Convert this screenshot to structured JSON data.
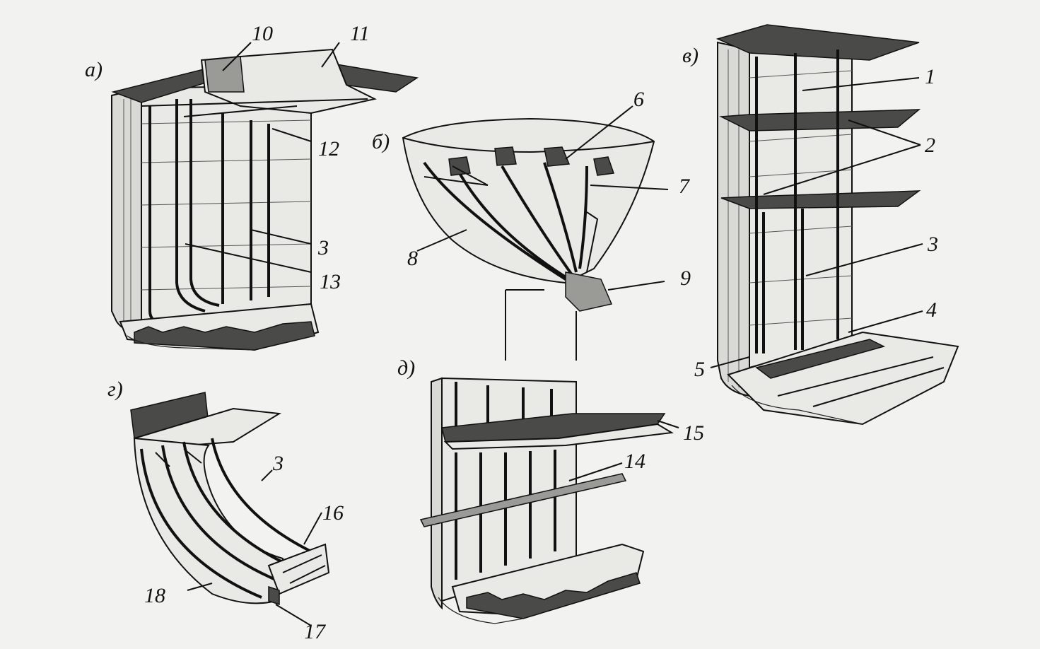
{
  "panels": {
    "a": "а)",
    "b": "б)",
    "v": "в)",
    "g": "г)",
    "d": "д)"
  },
  "callouts": {
    "n1": "1",
    "n2": "2",
    "n3_v": "3",
    "n4": "4",
    "n5": "5",
    "n6": "6",
    "n7": "7",
    "n8": "8",
    "n9": "9",
    "n10": "10",
    "n11": "11",
    "n12": "12",
    "n3_a": "3",
    "n13": "13",
    "n3_g": "3",
    "n14": "14",
    "n15": "15",
    "n16": "16",
    "n17": "17",
    "n18": "18"
  }
}
